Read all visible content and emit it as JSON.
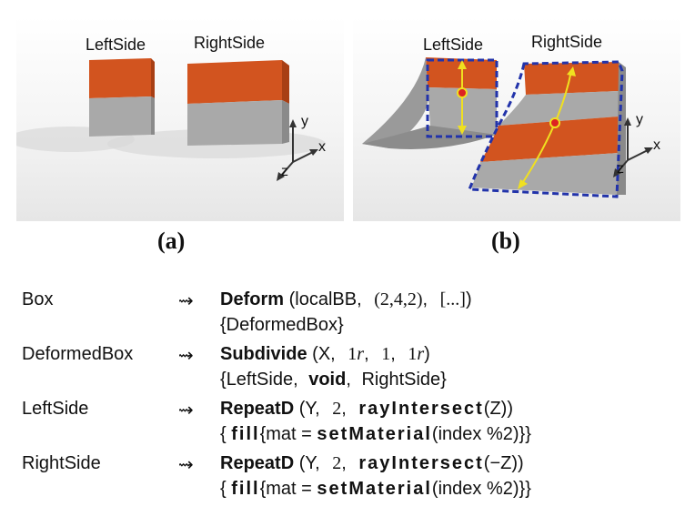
{
  "panel_a": {
    "left_label": "LeftSide",
    "right_label": "RightSide",
    "axis_x": "x",
    "axis_y": "y",
    "axis_z": "z"
  },
  "panel_b": {
    "left_label": "LeftSide",
    "right_label": "RightSide",
    "axis_x": "x",
    "axis_y": "y",
    "axis_z": "z"
  },
  "captions": {
    "a": "(a)",
    "b": "(b)"
  },
  "colors": {
    "orange": "#d2541f",
    "gray": "#a9a9a9",
    "blue_dash": "#2233aa",
    "yellow": "#f0e020",
    "red": "#dd2222"
  },
  "rules": [
    {
      "lhs": "Box",
      "arrow": "⇝",
      "line1": {
        "op": "Deform",
        "open": "(",
        "arg1": "localBB",
        "sep1": ",",
        "arg2": "(2,4,2)",
        "sep2": ",",
        "arg3": "[...]",
        "close": ")"
      },
      "line2": "{DeformedBox}"
    },
    {
      "lhs": "DeformedBox",
      "arrow": "⇝",
      "line1": {
        "op": "Subdivide",
        "open": "(",
        "arg1": "X",
        "sep1": ",",
        "arg2_num": "1",
        "arg2_r": "r",
        "sep2": ",",
        "arg3": "1",
        "sep3": ",",
        "arg4_num": "1",
        "arg4_r": "r",
        "close": ")"
      },
      "line2": {
        "open": "{",
        "a": "LeftSide",
        "sep1": ",",
        "b": "void",
        "sep2": ",",
        "c": "RightSide",
        "close": "}"
      }
    },
    {
      "lhs": "LeftSide",
      "arrow": "⇝",
      "line1": {
        "op": "RepeatD",
        "open": "(",
        "arg1": "Y",
        "sep1": ",",
        "arg2": "2",
        "sep2": ",",
        "fn": "rayIntersect",
        "fn_arg": "(Z)",
        "close": ")"
      },
      "line2": {
        "open": "{",
        "fill": "fill",
        "mid": "{mat =",
        "fn": "setMaterial",
        "arg": "(index %2)",
        "close": "}}"
      }
    },
    {
      "lhs": "RightSide",
      "arrow": "⇝",
      "line1": {
        "op": "RepeatD",
        "open": "(",
        "arg1": "Y",
        "sep1": ",",
        "arg2": "2",
        "sep2": ",",
        "fn": "rayIntersect",
        "fn_arg": "(−Z)",
        "close": ")"
      },
      "line2": {
        "open": "{",
        "fill": "fill",
        "mid": "{mat =",
        "fn": "setMaterial",
        "arg": "(index %2)",
        "close": "}}"
      }
    }
  ]
}
